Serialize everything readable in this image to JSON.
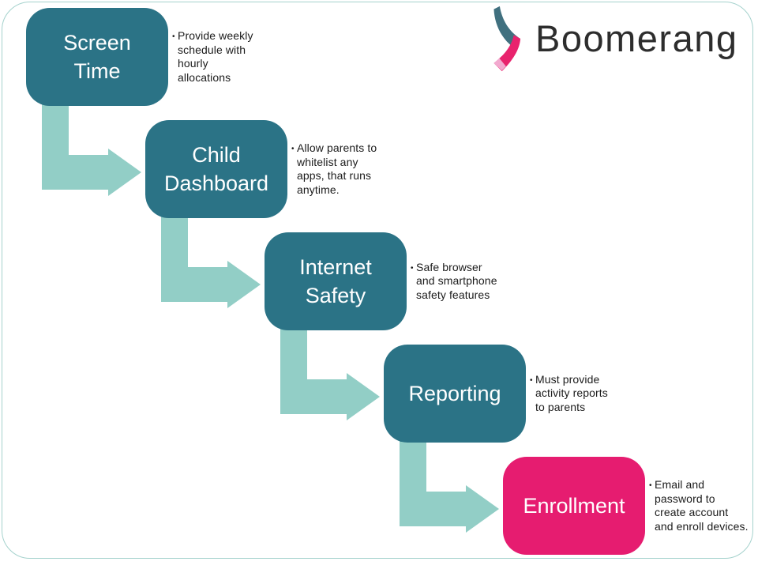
{
  "logo": {
    "text": "Boomerang"
  },
  "colors": {
    "box_teal": "#2b7386",
    "box_pink": "#e61c70",
    "arrow": "#92cec6",
    "frame": "#a5d2cd",
    "logo_text": "#2d2d2d",
    "note_text": "#1b1b1b",
    "label_text": "#ffffff",
    "boomerang_teal_arm": "#40707f",
    "boomerang_pink_arm": "#e8236d",
    "boomerang_accent": "#f2a9cf"
  },
  "bullet": "•",
  "steps": [
    {
      "label": "Screen Time",
      "label_lines": [
        "Screen",
        "Time"
      ],
      "note": "Provide weekly schedule with hourly allocations",
      "note_lines": [
        "Provide weekly",
        "schedule with",
        "hourly",
        "allocations"
      ],
      "color": "#2b7386"
    },
    {
      "label": "Child Dashboard",
      "label_lines": [
        "Child",
        "Dashboard"
      ],
      "note": "Allow parents to whitelist any apps, that runs anytime.",
      "note_lines": [
        "Allow parents to",
        "whitelist any",
        "apps, that runs",
        "anytime."
      ],
      "color": "#2b7386"
    },
    {
      "label": "Internet Safety",
      "label_lines": [
        "Internet",
        "Safety"
      ],
      "note": "Safe browser and smartphone safety features",
      "note_lines": [
        "Safe browser",
        "and smartphone",
        "safety features"
      ],
      "color": "#2b7386"
    },
    {
      "label": "Reporting",
      "label_lines": [
        "Reporting"
      ],
      "note": "Must provide activity reports to parents",
      "note_lines": [
        "Must provide",
        "activity reports",
        "to parents"
      ],
      "color": "#2b7386"
    },
    {
      "label": "Enrollment",
      "label_lines": [
        "Enrollment"
      ],
      "note": "Email and password to create account and enroll devices.",
      "note_lines": [
        "Email and",
        "password to",
        "create account",
        "and enroll devices."
      ],
      "color": "#e61c70"
    }
  ]
}
